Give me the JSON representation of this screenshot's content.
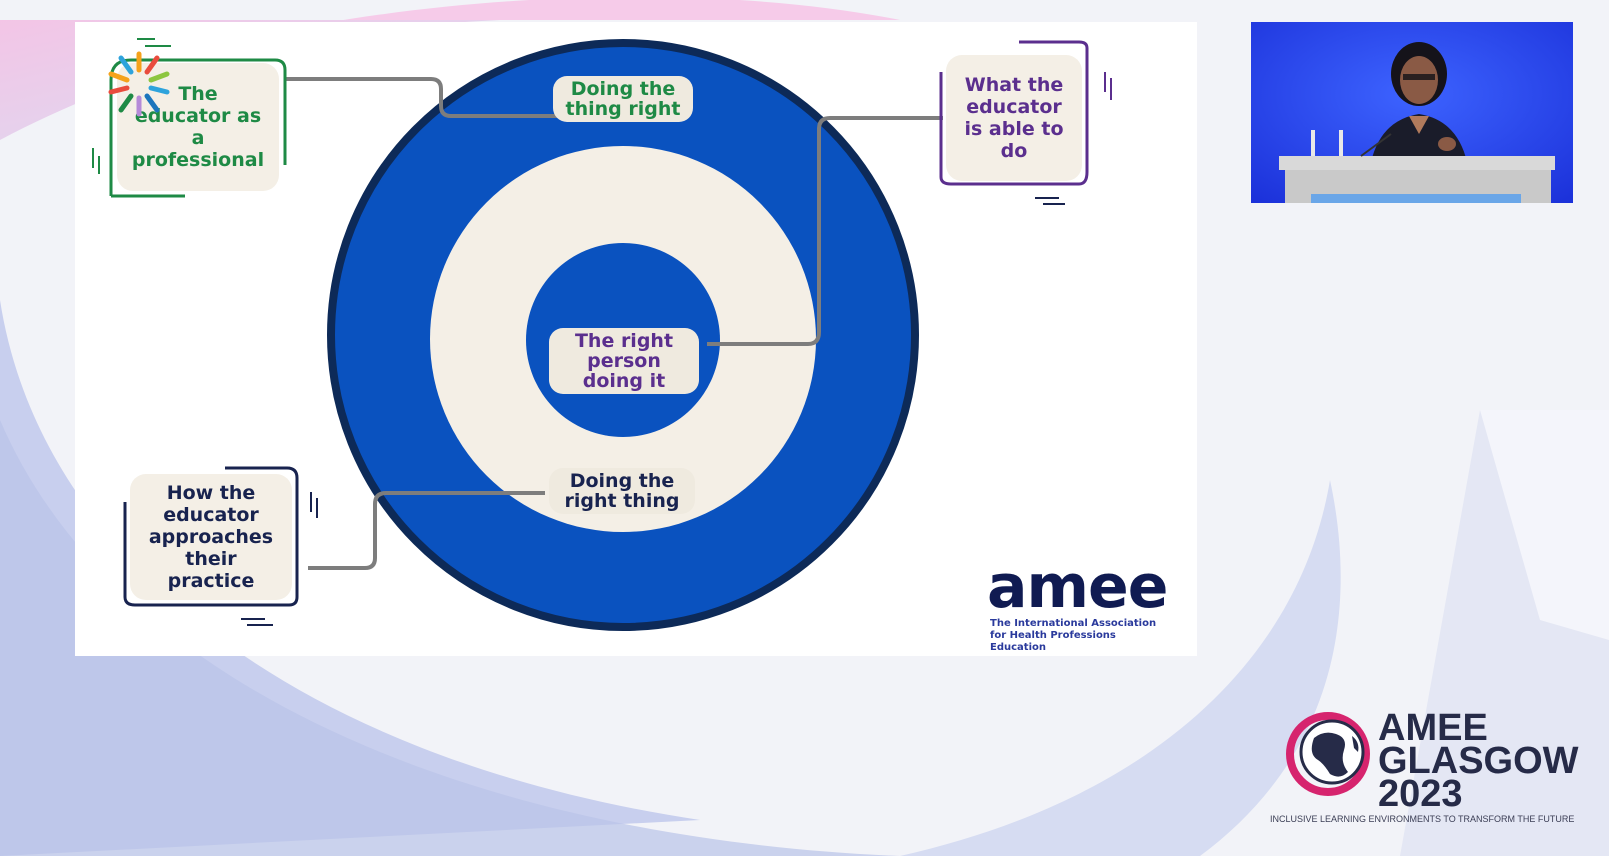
{
  "slide": {
    "boxes": {
      "professional": "The educator as a professional",
      "able_to_do": "What the educator is able to do",
      "approaches": "How the educator approaches their practice"
    },
    "pills": {
      "outer": "Doing the thing right",
      "center": "The right person doing it",
      "middle": "Doing the right thing"
    },
    "colors": {
      "ring_blue": "#0a52bf",
      "ring_outline": "#0d2a58",
      "cream": "#f4efe6",
      "green": "#1e8a45",
      "purple": "#5b2f8e",
      "navy": "#18234f"
    }
  },
  "amee_logo": {
    "wordmark": "amee",
    "tagline": "The International Association for Health Professions Education"
  },
  "video": {
    "description_icon": "speaker-video-feed-icon"
  },
  "conference": {
    "line1": "AMEE",
    "line2": "GLASGOW",
    "line3": "2023",
    "tagline": "INCLUSIVE LEARNING ENVIRONMENTS TO TRANSFORM THE FUTURE"
  }
}
